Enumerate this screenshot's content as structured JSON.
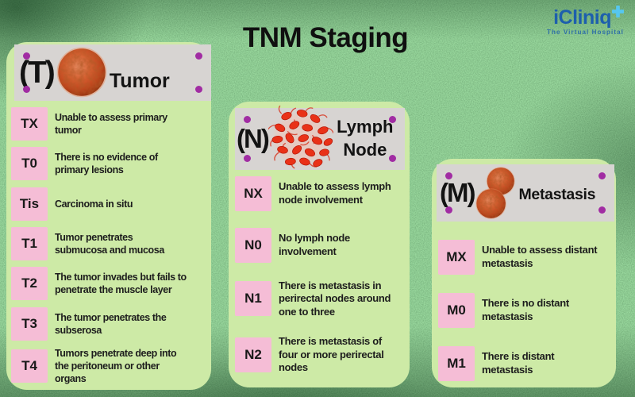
{
  "title": "TNM Staging",
  "logo": {
    "name": "iCliniq",
    "tagline": "The Virtual Hospital"
  },
  "colors": {
    "grass_green": "#4a9a55",
    "panel_green": "#cdeaa6",
    "header_gray": "#d7d4d2",
    "pink_box": "#f5bdd6",
    "dot_purple": "#a12ca3",
    "text_dark": "#1d1d1d",
    "logo_blue": "#1d5fad",
    "logo_accent": "#56c7f0",
    "cell_red": "#e93118",
    "tumor_orange": "#c2401a"
  },
  "columns": [
    {
      "id": "tumor",
      "code": "(T)",
      "label": "Tumor",
      "icon": "tumor-icon",
      "rows": [
        {
          "code": "TX",
          "desc": "Unable to assess primary\ntumor"
        },
        {
          "code": "T0",
          "desc": "There is no evidence of\nprimary lesions"
        },
        {
          "code": "Tis",
          "desc": "Carcinoma in situ"
        },
        {
          "code": "T1",
          "desc": "Tumor penetrates\nsubmucosa and mucosa"
        },
        {
          "code": "T2",
          "desc": "The tumor invades but fails to\npenetrate the muscle layer"
        },
        {
          "code": "T3",
          "desc": "The tumor penetrates the\nsubserosa"
        },
        {
          "code": "T4",
          "desc": "Tumors penetrate deep into\nthe peritoneum or other\norgans"
        }
      ]
    },
    {
      "id": "lymph-node",
      "code": "(N)",
      "label": "Lymph Node",
      "icon": "lymph-node-icon",
      "rows": [
        {
          "code": "NX",
          "desc": "Unable to assess lymph\nnode involvement"
        },
        {
          "code": "N0",
          "desc": "No lymph node\ninvolvement"
        },
        {
          "code": "N1",
          "desc": "There is metastasis in\nperirectal nodes around\none to three"
        },
        {
          "code": "N2",
          "desc": "There is metastasis of\nfour or more perirectal\nnodes"
        }
      ]
    },
    {
      "id": "metastasis",
      "code": "(M)",
      "label": "Metastasis",
      "icon": "metastasis-icon",
      "rows": [
        {
          "code": "MX",
          "desc": "Unable to assess distant\nmetastasis"
        },
        {
          "code": "M0",
          "desc": "There is no distant\nmetastasis"
        },
        {
          "code": "M1",
          "desc": "There is distant\nmetastasis"
        }
      ]
    }
  ]
}
